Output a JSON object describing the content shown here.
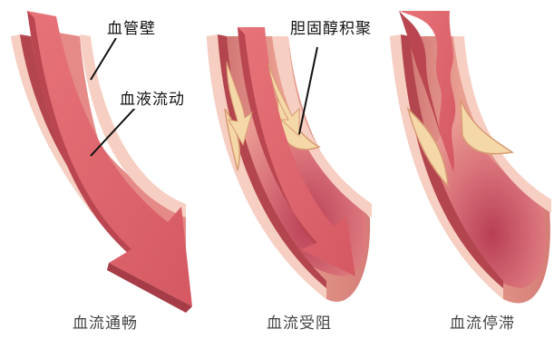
{
  "panels": [
    {
      "id": "clear",
      "caption": "血流通畅"
    },
    {
      "id": "narrowed",
      "caption": "血流受阻"
    },
    {
      "id": "blocked",
      "caption": "血流停滞"
    }
  ],
  "labels": {
    "vessel_wall": "血管壁",
    "blood_flow": "血液流动",
    "cholesterol": "胆固醇积聚"
  },
  "colors": {
    "outer_wall": "#e8a99a",
    "outer_wall_dark": "#c86c68",
    "wall_edge": "#f6cfc2",
    "lumen": "#e47a80",
    "lumen_dark": "#b3454e",
    "arrow": "#e0686e",
    "arrow_dark": "#b94650",
    "plaque": "#f5d8a8",
    "plaque_edge": "#d79a73",
    "caption": "#444444"
  }
}
